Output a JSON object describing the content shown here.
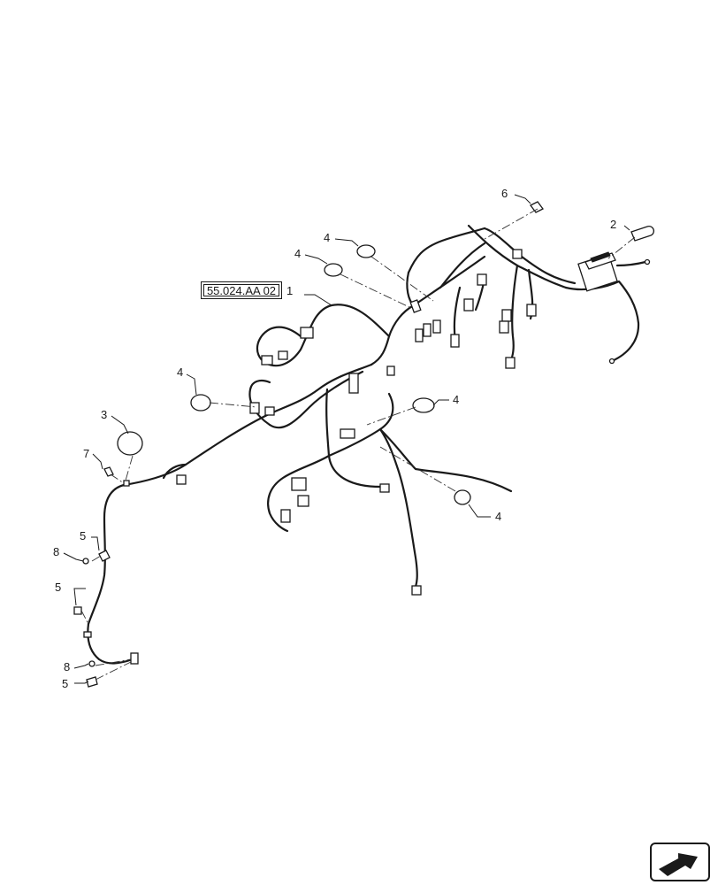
{
  "reference": {
    "label": "55.024.AA 02"
  },
  "callouts": {
    "c1": "1",
    "c2": "2",
    "c3": "3",
    "c4a": "4",
    "c4b": "4",
    "c4c": "4",
    "c4d": "4",
    "c4e": "4",
    "c5a": "5",
    "c5b": "5",
    "c5c": "5",
    "c6": "6",
    "c7": "7",
    "c8a": "8",
    "c8b": "8"
  },
  "icons": {
    "nav": "next-page-arrow-icon"
  }
}
